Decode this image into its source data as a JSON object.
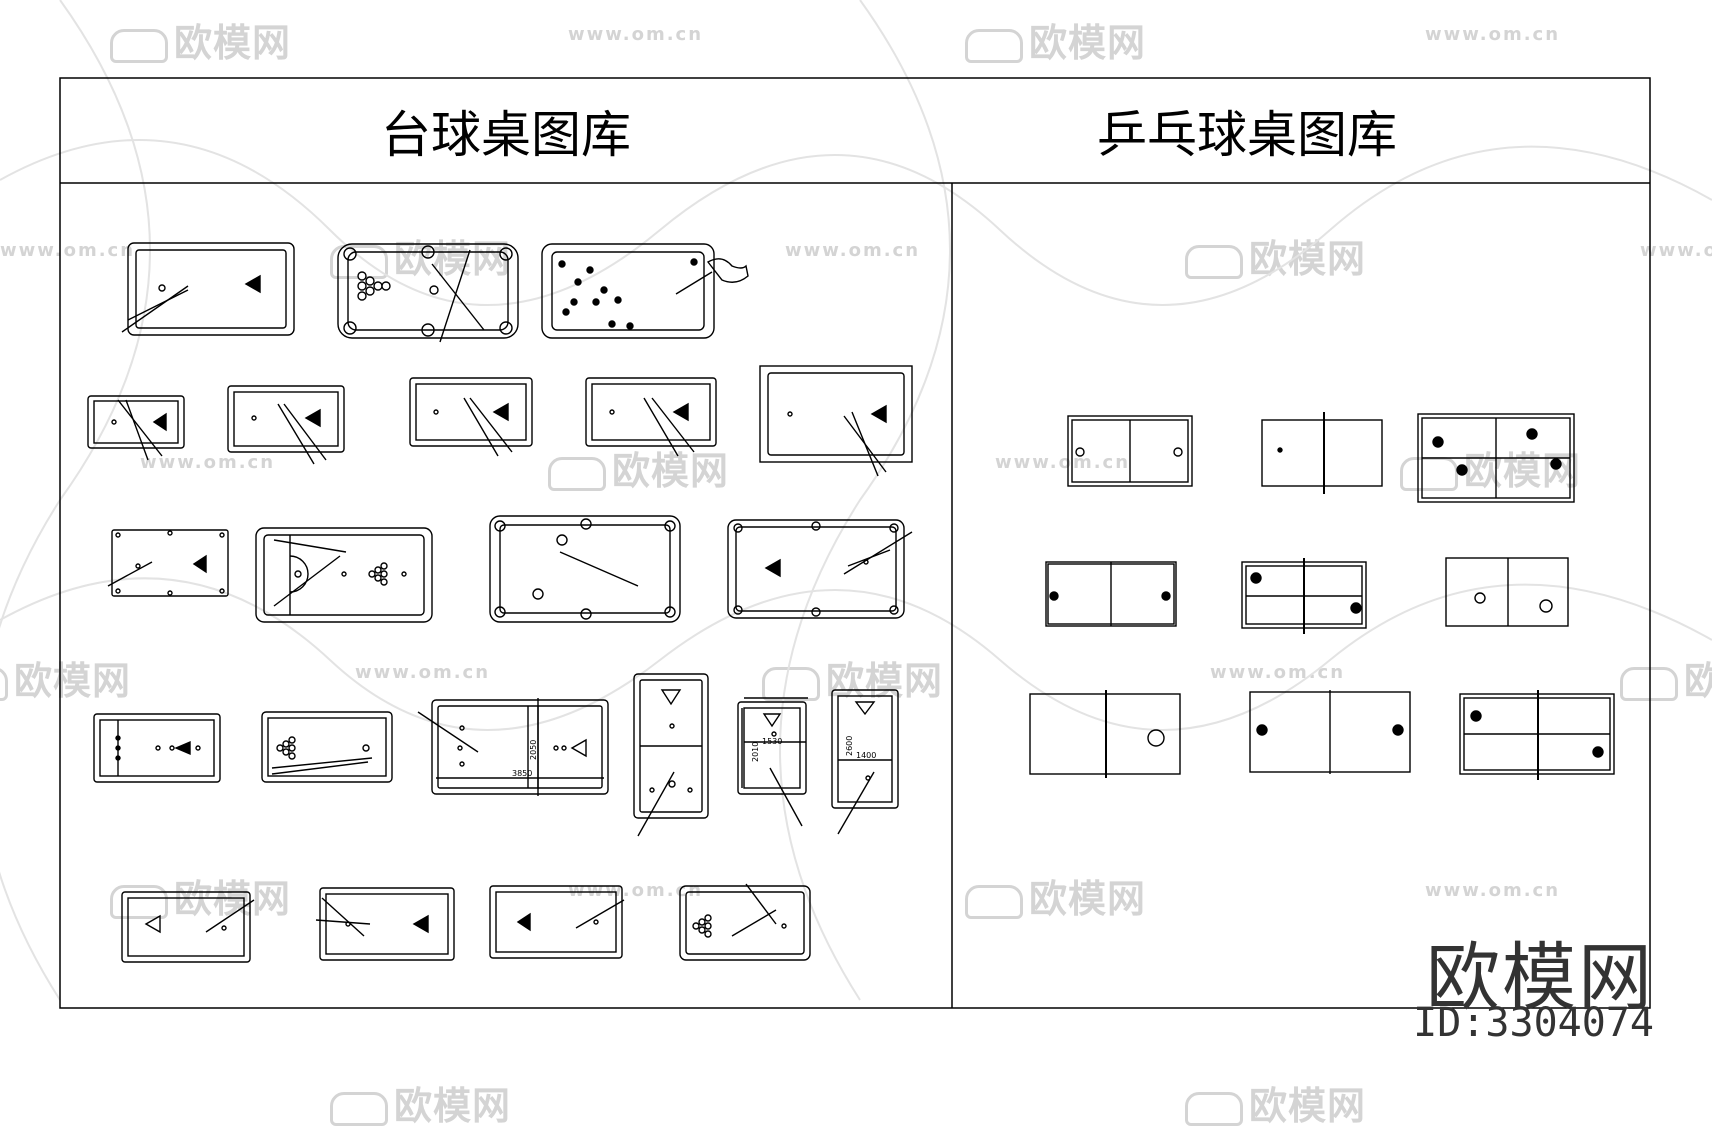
{
  "titles": {
    "billiards": "台球桌图库",
    "pingpong": "乒乓球桌图库"
  },
  "watermark": {
    "brand_cn": "欧模网",
    "url": "www.om.cn"
  },
  "dimension_labels": {
    "d3850": "3850",
    "d2050": "2050",
    "d2010": "2010",
    "d1530": "1530",
    "d2600": "2600",
    "d1400": "1400"
  },
  "brand": {
    "name": "欧模网",
    "id": "ID:3304074"
  }
}
